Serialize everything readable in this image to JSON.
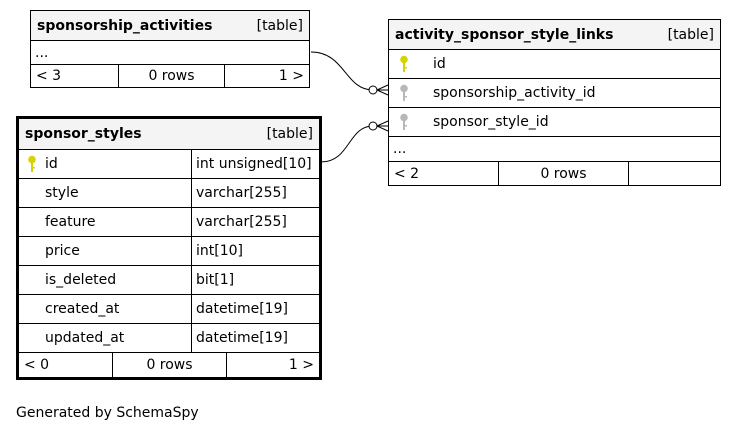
{
  "tables": {
    "sponsorship_activities": {
      "name": "sponsorship_activities",
      "kind": "[table]",
      "ellipsis": "...",
      "footer": {
        "left": "< 3",
        "mid": "0 rows",
        "right": "1 >"
      }
    },
    "activity_sponsor_style_links": {
      "name": "activity_sponsor_style_links",
      "kind": "[table]",
      "columns": [
        {
          "name": "id",
          "key": "primary"
        },
        {
          "name": "sponsorship_activity_id",
          "key": "foreign"
        },
        {
          "name": "sponsor_style_id",
          "key": "foreign"
        }
      ],
      "ellipsis": "...",
      "footer": {
        "left": "< 2",
        "mid": "0 rows",
        "right": ""
      }
    },
    "sponsor_styles": {
      "name": "sponsor_styles",
      "kind": "[table]",
      "columns": [
        {
          "name": "id",
          "type": "int unsigned[10]",
          "key": "primary"
        },
        {
          "name": "style",
          "type": "varchar[255]"
        },
        {
          "name": "feature",
          "type": "varchar[255]"
        },
        {
          "name": "price",
          "type": "int[10]"
        },
        {
          "name": "is_deleted",
          "type": "bit[1]"
        },
        {
          "name": "created_at",
          "type": "datetime[19]"
        },
        {
          "name": "updated_at",
          "type": "datetime[19]"
        }
      ],
      "footer": {
        "left": "< 0",
        "mid": "0 rows",
        "right": "1 >"
      }
    }
  },
  "colors": {
    "primary_key": "#d4d400",
    "foreign_key": "#b8b8b8",
    "header_bg": "#f4f4f4"
  },
  "credit": "Generated by SchemaSpy"
}
